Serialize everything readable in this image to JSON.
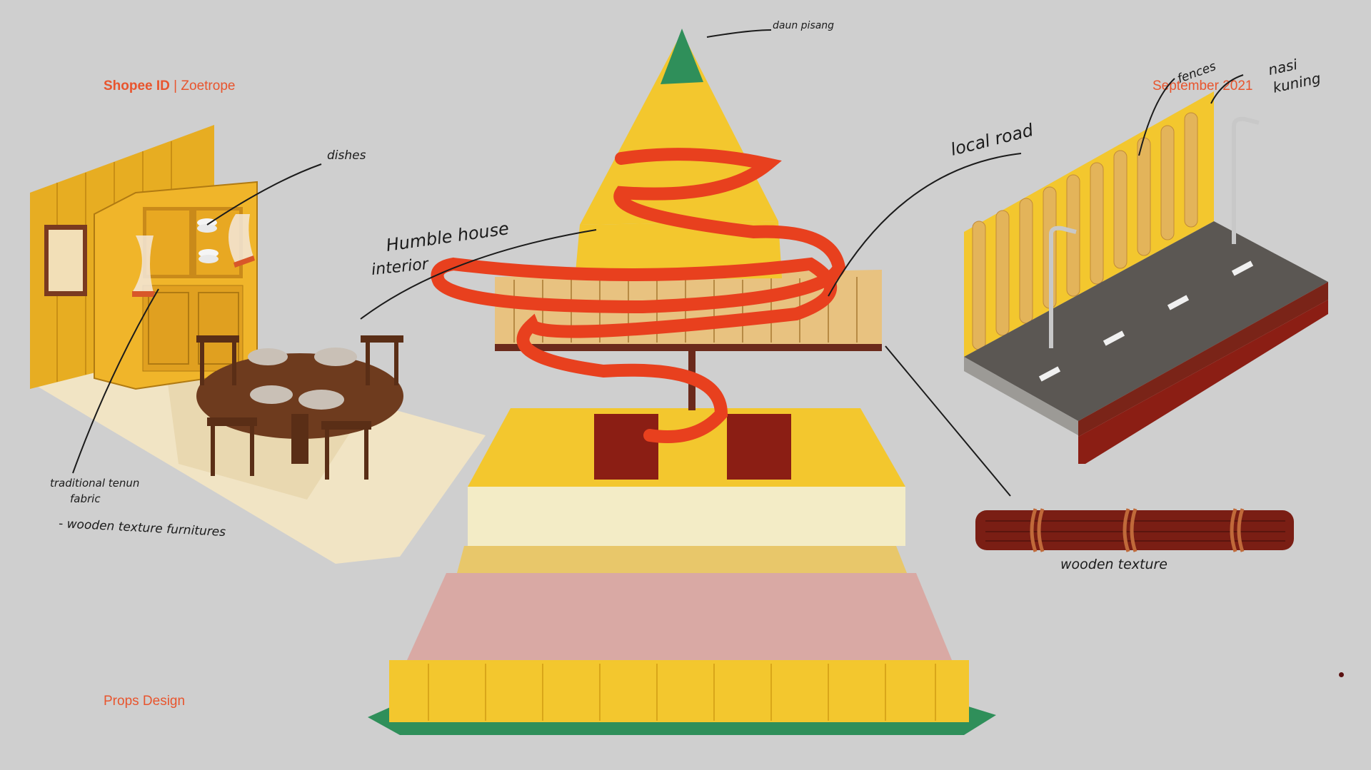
{
  "header": {
    "brand": "Shopee ID",
    "separator": " | ",
    "project": "Zoetrope",
    "date": "September 2021"
  },
  "footer": {
    "label": "Props  Design"
  },
  "annotations": {
    "daun_pisang": "daun pisang",
    "dishes": "dishes",
    "humble_house_line1": "Humble house",
    "humble_house_line2": "interior",
    "local_road": "local road",
    "fences": "fences",
    "nasi_kuning_line1": "nasi",
    "nasi_kuning_line2": "kuning",
    "tenun_line1": "traditional tenun",
    "tenun_line2": "fabric",
    "wooden_furniture": "- wooden texture furnitures",
    "wooden_texture": "wooden texture"
  },
  "colors": {
    "background": "#cfcfcf",
    "accent": "#e8552e",
    "yellow": "#f2c12e",
    "wood_dark": "#6b2a1c",
    "ribbon": "#e8401e",
    "leaf": "#2f8f5a"
  }
}
